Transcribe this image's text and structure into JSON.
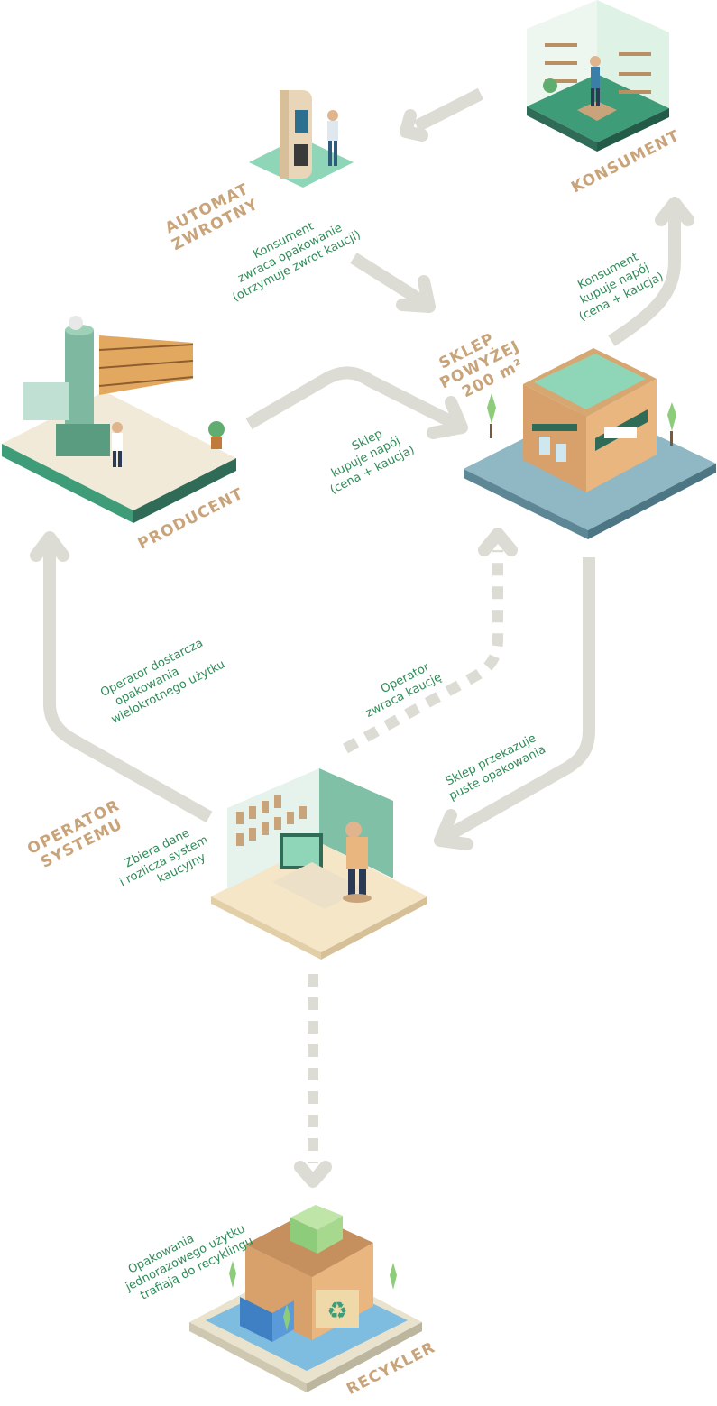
{
  "nodes": {
    "konsument": {
      "title": "KONSUMENT"
    },
    "automat": {
      "title_line1": "AUTOMAT",
      "title_line2": "ZWROTNY",
      "desc_line1": "Konsument",
      "desc_line2": "zwraca opakowanie",
      "desc_line3": "(otrzymuje zwrot kaucji)"
    },
    "sklep": {
      "title_line1": "SKLEP",
      "title_line2": "POWYŻEJ",
      "title_line3": "200 m²"
    },
    "producent": {
      "title": "PRODUCENT"
    },
    "operator": {
      "title_line1": "OPERATOR",
      "title_line2": "SYSTEMU",
      "desc_line1": "Zbiera dane",
      "desc_line2": "i rozlicza system",
      "desc_line3": "kaucyjny"
    },
    "recykler": {
      "title": "RECYKLER"
    }
  },
  "edges": {
    "konsument_kupuje": {
      "line1": "Konsument",
      "line2": "kupuje napój",
      "line3": "(cena + kaucja)"
    },
    "sklep_kupuje": {
      "line1": "Sklep",
      "line2": "kupuje napój",
      "line3": "(cena + kaucja)"
    },
    "operator_dostarcza": {
      "line1": "Operator dostarcza",
      "line2": "opakowania",
      "line3": "wielokrotnego użytku"
    },
    "operator_zwraca": {
      "line1": "Operator",
      "line2": "zwraca kaucję"
    },
    "sklep_przekazuje": {
      "line1": "Sklep przekazuje",
      "line2": "puste opakowania"
    },
    "recykling": {
      "line1": "Opakowania",
      "line2": "jednorazowego użytku",
      "line3": "trafiają do recyklingu"
    }
  },
  "colors": {
    "title": "#c9a47a",
    "label": "#2e8b57",
    "arrow": "#dcdcd4",
    "accent_mint": "#8fd6b8",
    "accent_dark_green": "#2f6b57"
  }
}
